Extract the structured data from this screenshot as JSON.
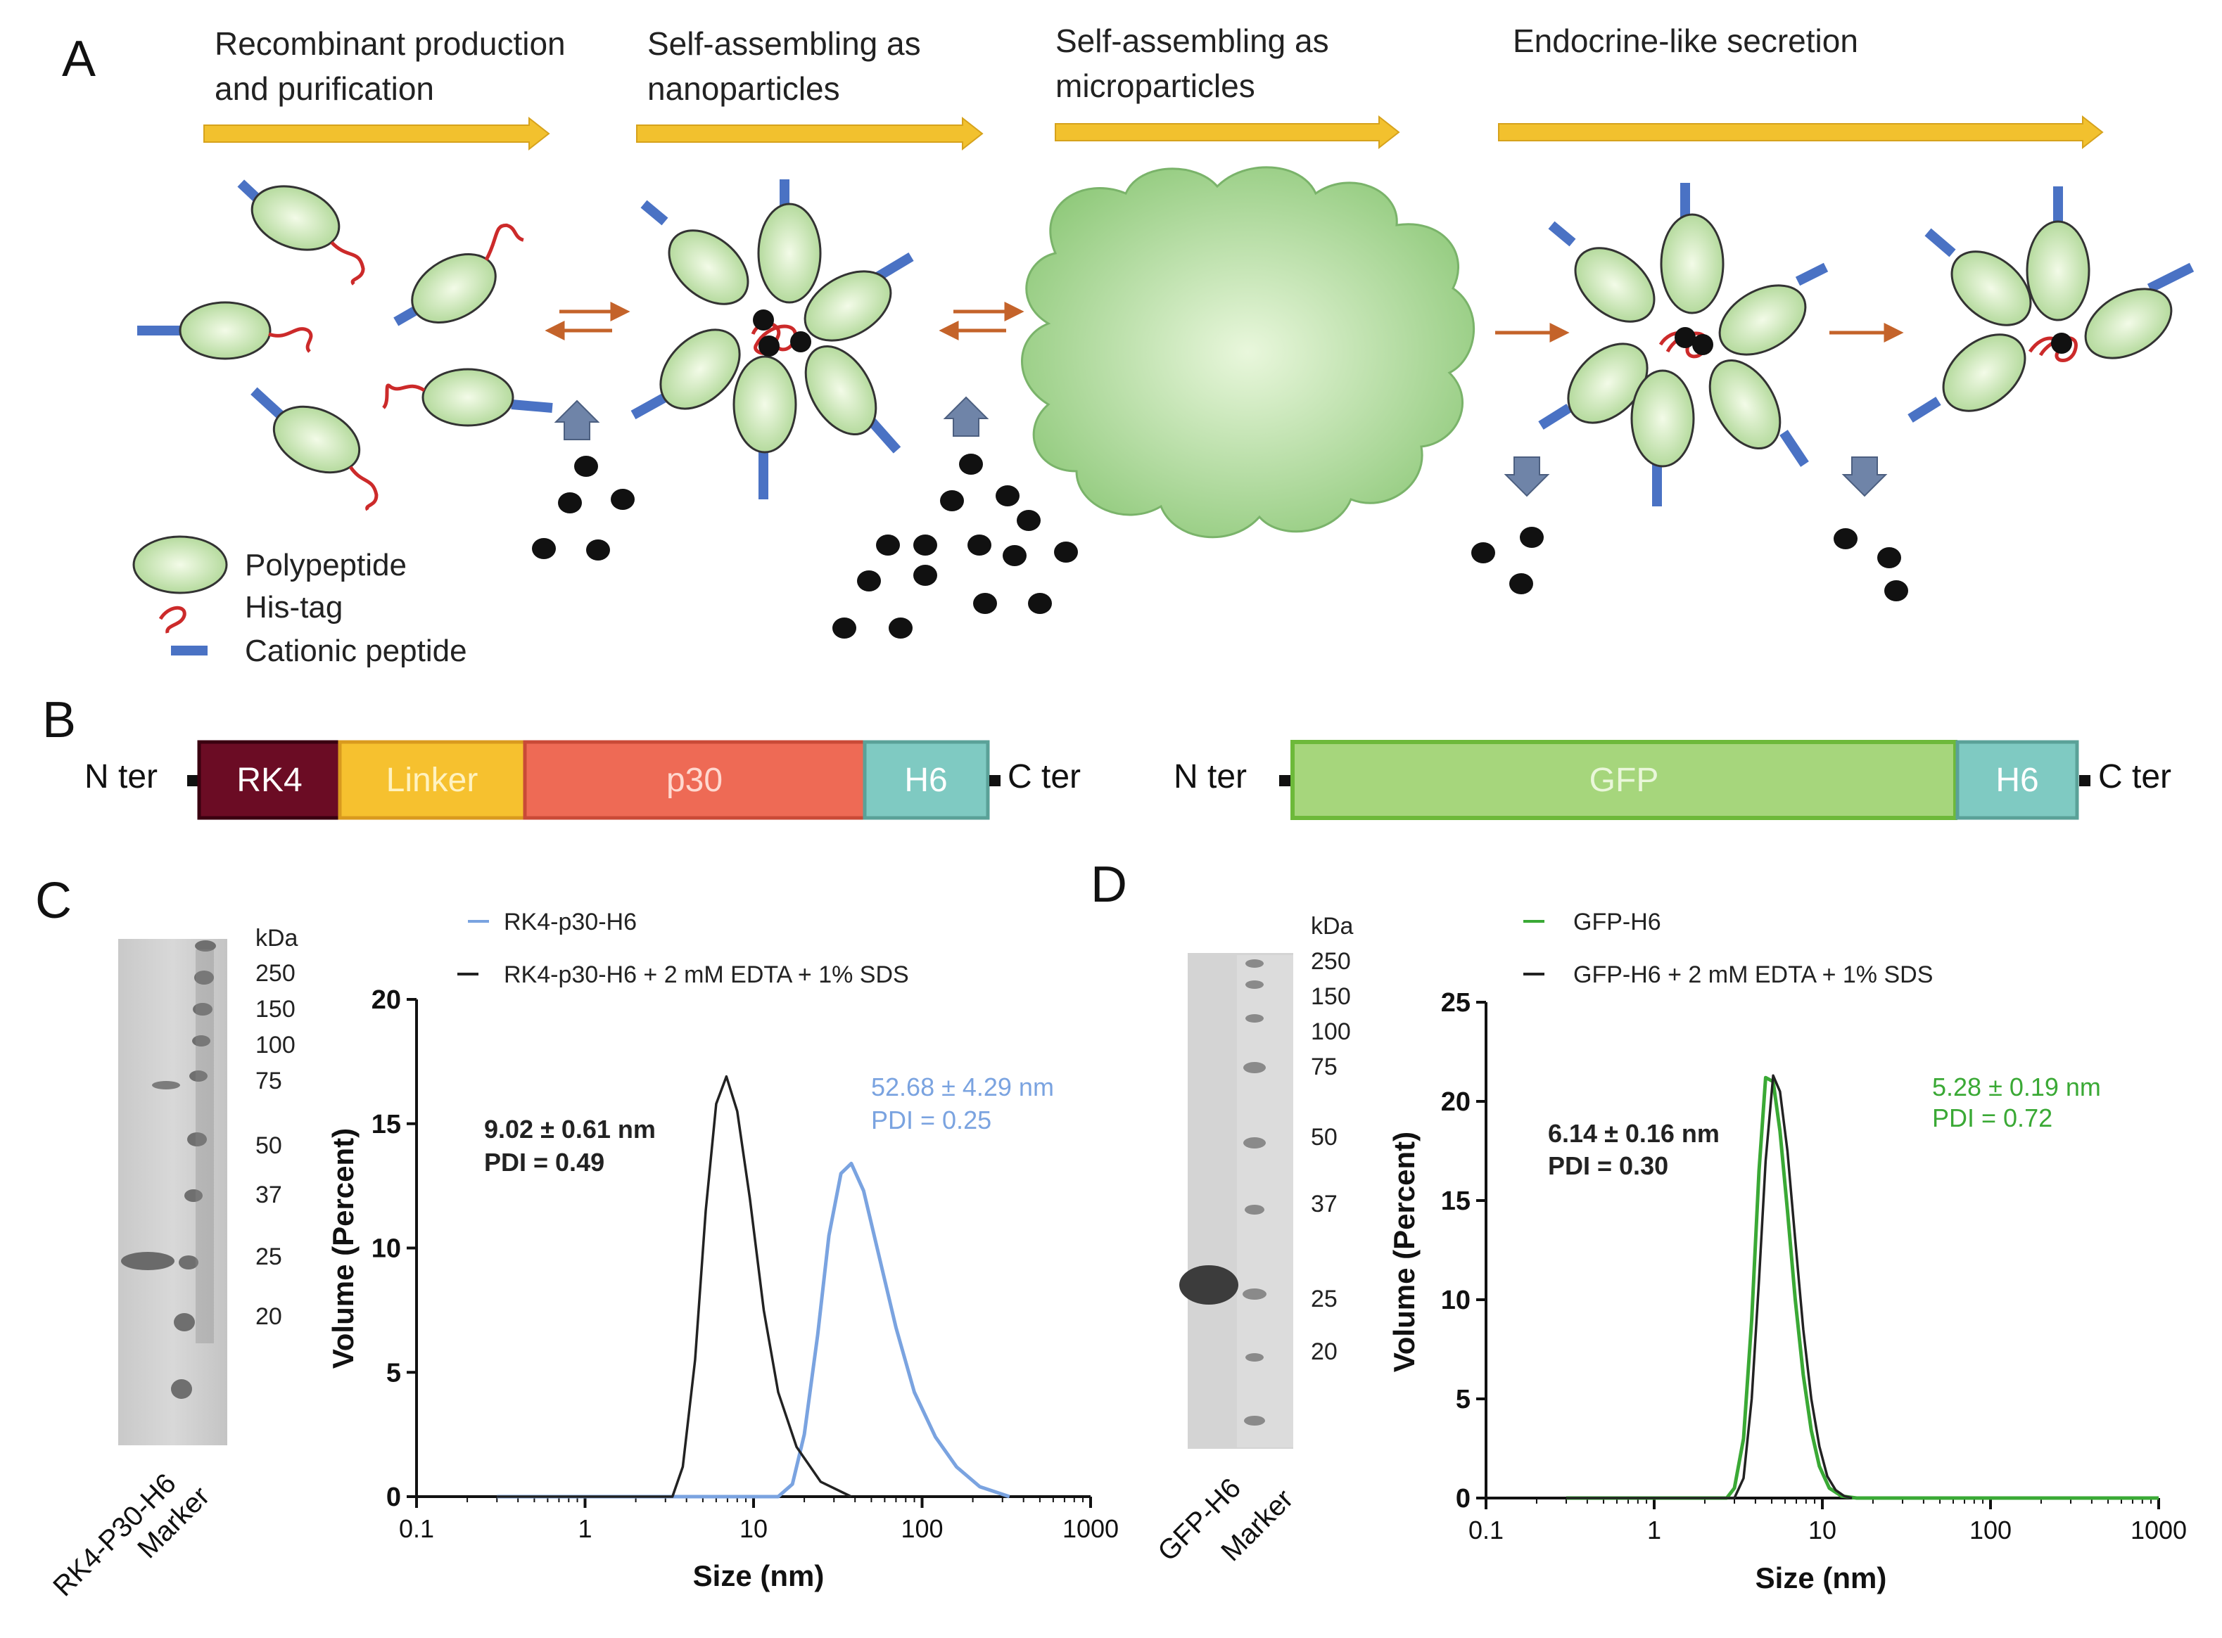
{
  "panels": {
    "a": "A",
    "b": "B",
    "c": "C",
    "d": "D"
  },
  "steps": [
    {
      "line1": "Recombinant production",
      "line2": "and purification"
    },
    {
      "line1": "Self-assembling as",
      "line2": "nanoparticles"
    },
    {
      "line1": "Self-assembling as",
      "line2": "microparticles"
    },
    {
      "line1": "Endocrine-like secretion",
      "line2": ""
    }
  ],
  "legend_a": {
    "polypeptide": "Polypeptide",
    "histag": "His-tag",
    "cationic": "Cationic peptide"
  },
  "constructs": {
    "left": {
      "n": "N ter",
      "c": "C ter",
      "domains": [
        "RK4",
        "Linker",
        "p30",
        "H6"
      ]
    },
    "right": {
      "n": "N ter",
      "c": "C ter",
      "domains": [
        "GFP",
        "H6"
      ]
    }
  },
  "colors": {
    "arrow": "#f2c12e",
    "polypeptide": "#b8dca0",
    "histag": "#cc2a2a",
    "cationic": "#4a72c4",
    "rk4": "#6b0c24",
    "linker": "#f6c12f",
    "p30": "#ee6a55",
    "h6": "#7fcac2",
    "gfp": "#a6d67c",
    "blue_series": "#7aa3e0",
    "green_series": "#3aa935"
  },
  "gels": {
    "c": {
      "kda": "kDa",
      "markers": [
        "250",
        "150",
        "100",
        "75",
        "50",
        "37",
        "25",
        "20"
      ],
      "lanes": [
        "RK4-P30-H6",
        "Marker"
      ]
    },
    "d": {
      "kda": "kDa",
      "markers": [
        "250",
        "150",
        "100",
        "75",
        "50",
        "37",
        "25",
        "20"
      ],
      "lanes": [
        "GFP-H6",
        "Marker"
      ]
    }
  },
  "chart_data": [
    {
      "type": "line",
      "xscale": "log",
      "xlabel": "Size (nm)",
      "ylabel": "Volume (Percent)",
      "xlim": [
        0.1,
        1000
      ],
      "ylim": [
        0,
        20
      ],
      "xticks": [
        "0.1",
        "1",
        "10",
        "100",
        "1000"
      ],
      "yticks": [
        "0",
        "5",
        "10",
        "15",
        "20"
      ],
      "legend": [
        "RK4-p30-H6",
        "RK4-p30-H6 + 2 mM EDTA + 1% SDS"
      ],
      "series": [
        {
          "name": "RK4-p30-H6",
          "color": "#7aa3e0",
          "x": [
            0.3,
            14,
            17,
            20,
            24,
            28,
            33,
            38,
            45,
            55,
            70,
            90,
            120,
            160,
            220,
            330
          ],
          "y": [
            0,
            0,
            0.5,
            2.5,
            6.5,
            10.5,
            13,
            13.4,
            12.3,
            9.8,
            6.8,
            4.2,
            2.4,
            1.2,
            0.4,
            0
          ]
        },
        {
          "name": "RK4-p30-H6 + 2 mM EDTA + 1% SDS",
          "color": "#222222",
          "x": [
            0.3,
            3.3,
            3.8,
            4.5,
            5.2,
            6.0,
            6.9,
            8.0,
            9.5,
            11.5,
            14,
            18,
            25,
            38
          ],
          "y": [
            0,
            0,
            1.2,
            5.5,
            11.5,
            15.8,
            16.9,
            15.5,
            12,
            7.5,
            4.2,
            2,
            0.6,
            0
          ]
        }
      ],
      "annotations": [
        {
          "line1": "9.02 ± 0.61 nm",
          "line2": "PDI = 0.49",
          "color": "#222222"
        },
        {
          "line1": "52.68 ± 4.29 nm",
          "line2": "PDI = 0.25",
          "color": "#7aa3e0"
        }
      ]
    },
    {
      "type": "line",
      "xscale": "log",
      "xlabel": "Size (nm)",
      "ylabel": "Volume (Percent)",
      "xlim": [
        0.1,
        1000
      ],
      "ylim": [
        0,
        25
      ],
      "xticks": [
        "0.1",
        "1",
        "10",
        "100",
        "1000"
      ],
      "yticks": [
        "0",
        "5",
        "10",
        "15",
        "20",
        "25"
      ],
      "legend": [
        "GFP-H6",
        "GFP-H6 + 2 mM EDTA + 1% SDS"
      ],
      "series": [
        {
          "name": "GFP-H6",
          "color": "#3aa935",
          "x": [
            0.3,
            2.7,
            3.0,
            3.4,
            3.8,
            4.2,
            4.6,
            5.1,
            5.6,
            6.2,
            6.9,
            7.7,
            8.6,
            9.6,
            11,
            13,
            16,
            1000
          ],
          "y": [
            0,
            0,
            0.5,
            3,
            9,
            16.5,
            21.2,
            21,
            18.5,
            14.5,
            10,
            6.2,
            3.4,
            1.6,
            0.5,
            0.1,
            0,
            0
          ]
        },
        {
          "name": "GFP-H6 + 2 mM EDTA + 1% SDS",
          "color": "#222222",
          "x": [
            0.3,
            3.0,
            3.4,
            3.8,
            4.2,
            4.6,
            5.1,
            5.6,
            6.2,
            6.9,
            7.7,
            8.6,
            9.6,
            10.7,
            12,
            13.5,
            15
          ],
          "y": [
            0,
            0,
            1,
            5,
            11,
            17,
            21.3,
            20.5,
            17.5,
            13,
            8.5,
            5,
            2.6,
            1.1,
            0.4,
            0.1,
            0
          ]
        }
      ],
      "annotations": [
        {
          "line1": "6.14 ± 0.16 nm",
          "line2": "PDI = 0.30",
          "color": "#222222"
        },
        {
          "line1": "5.28 ± 0.19 nm",
          "line2": "PDI = 0.72",
          "color": "#3aa935"
        }
      ]
    }
  ]
}
